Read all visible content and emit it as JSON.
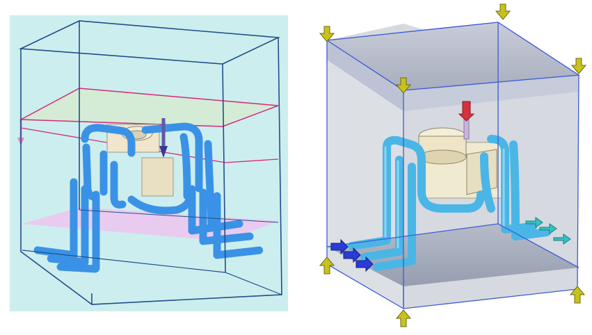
{
  "figure": {
    "panels": [
      {
        "id": "left",
        "view": "voxel-mesh-preview",
        "colors": {
          "background": "#cdeeee",
          "mold_box_edges": "#1f4f8a",
          "parting_plane": "#d2287a",
          "bottom_face": "#ecc6ee",
          "cooling_channels": "#3a92e6",
          "part": "#efe6cc",
          "inlet_arrow": "#e089c9"
        },
        "icons": [
          "mold-box-icon",
          "parting-plane-icon",
          "cooling-channel-icon",
          "injection-arrow-icon"
        ]
      },
      {
        "id": "right",
        "view": "solid-mold-model",
        "colors": {
          "background": "#ffffff",
          "mold_block": "#cfd3da",
          "mold_edges": "#3b5bd6",
          "cooling_channels": "#4ab6e6",
          "part": "#f0ead0",
          "coolant_inlet_arrows": "#2a3bd8",
          "coolant_outlet_arrows": "#32c2c2",
          "injection_arrow": "#d4323d",
          "clamp_arrows": "#c9c21d"
        },
        "icons": [
          "clamp-arrow-icon",
          "coolant-inlet-arrow-icon",
          "coolant-outlet-arrow-icon",
          "injection-arrow-icon"
        ]
      }
    ]
  }
}
